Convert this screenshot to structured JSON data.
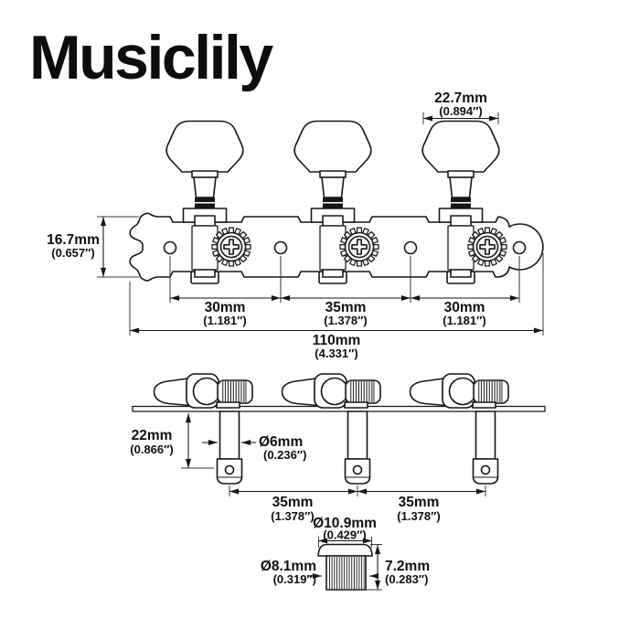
{
  "brand": {
    "logo": "Musiclily"
  },
  "colors": {
    "line": "#161616",
    "background": "#ffffff"
  },
  "front_view": {
    "dim_button_width": {
      "mm": "22.7mm",
      "inch": "(0.894″)"
    },
    "dim_plate_height": {
      "mm": "16.7mm",
      "inch": "(0.657″)"
    },
    "dim_spacing_left": {
      "mm": "30mm",
      "inch": "(1.181″)"
    },
    "dim_spacing_center": {
      "mm": "35mm",
      "inch": "(1.378″)"
    },
    "dim_spacing_right": {
      "mm": "30mm",
      "inch": "(1.181″)"
    },
    "dim_total_length": {
      "mm": "110mm",
      "inch": "(4.331″)"
    }
  },
  "side_view": {
    "dim_post_length": {
      "mm": "22mm",
      "inch": "(0.866″)"
    },
    "dim_post_diameter": {
      "mm": "Ø6mm",
      "inch": "(0.236″)"
    },
    "dim_post_spacing_1": {
      "mm": "35mm",
      "inch": "(1.378″)"
    },
    "dim_post_spacing_2": {
      "mm": "35mm",
      "inch": "(1.378″)"
    }
  },
  "bushing_detail": {
    "dim_head_diameter": {
      "mm": "Ø10.9mm",
      "inch": "(0.429″)"
    },
    "dim_body_diameter": {
      "mm": "Ø8.1mm",
      "inch": "(0.319″)"
    },
    "dim_height": {
      "mm": "7.2mm",
      "inch": "(0.283″)"
    }
  }
}
